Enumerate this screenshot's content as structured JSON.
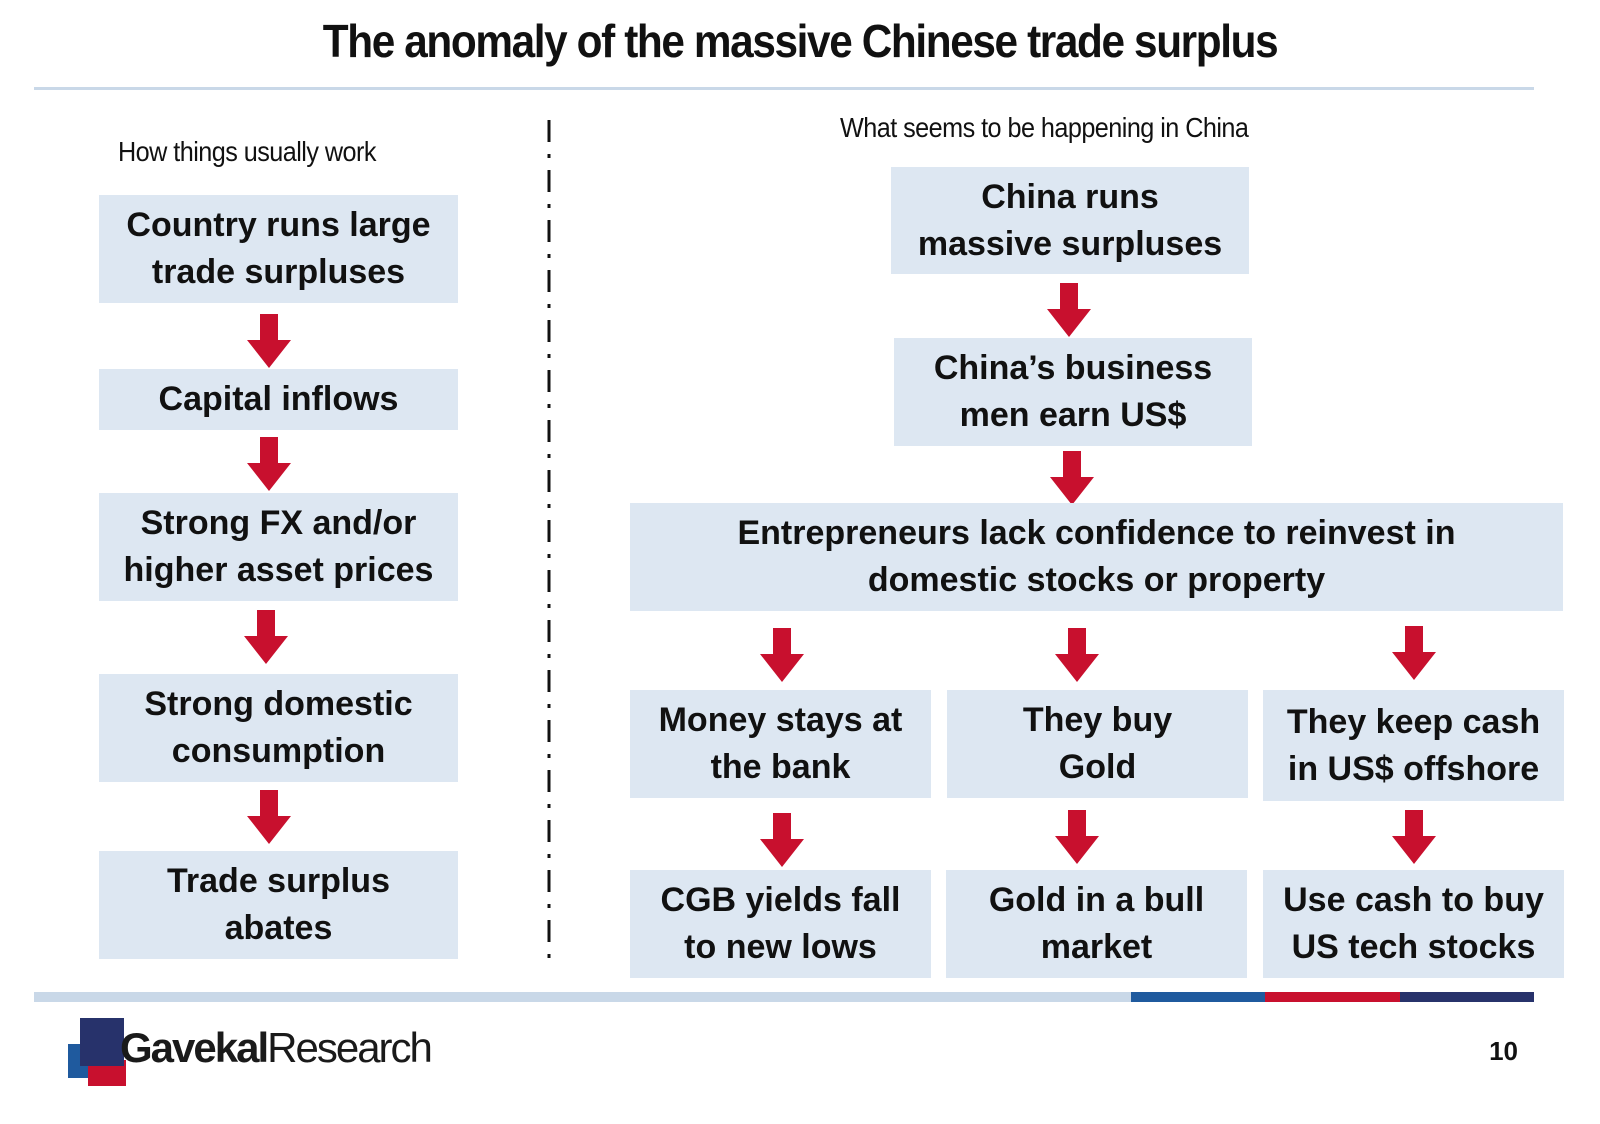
{
  "title": "The anomaly of the massive Chinese trade surplus",
  "left": {
    "heading": "How things usually work",
    "steps": [
      "Country runs large\ntrade surpluses",
      "Capital inflows",
      "Strong FX and/or\nhigher asset prices",
      "Strong domestic\nconsumption",
      "Trade surplus\nabates"
    ]
  },
  "right": {
    "heading": "What seems to be happening in China",
    "step1": "China runs\nmassive surpluses",
    "step2": "China’s business\nmen earn US$",
    "step3": "Entrepreneurs lack confidence to reinvest in\ndomestic stocks or property",
    "branches": [
      {
        "action": "Money stays at\nthe bank",
        "result": "CGB yields fall\nto new lows"
      },
      {
        "action": "They buy\nGold",
        "result": "Gold in a bull\nmarket"
      },
      {
        "action": "They keep cash\nin US$ offshore",
        "result": "Use cash to buy\nUS tech stocks"
      }
    ]
  },
  "footer": {
    "brand_bold": "Gavekal",
    "brand_regular": "Research",
    "page_number": "10"
  },
  "colors": {
    "box_fill": "#dde7f2",
    "arrow": "#c8102e",
    "rule": "#c9d8e8",
    "footer_blue": "#1f5a9e",
    "footer_red": "#c8102e",
    "footer_navy": "#27326b"
  }
}
